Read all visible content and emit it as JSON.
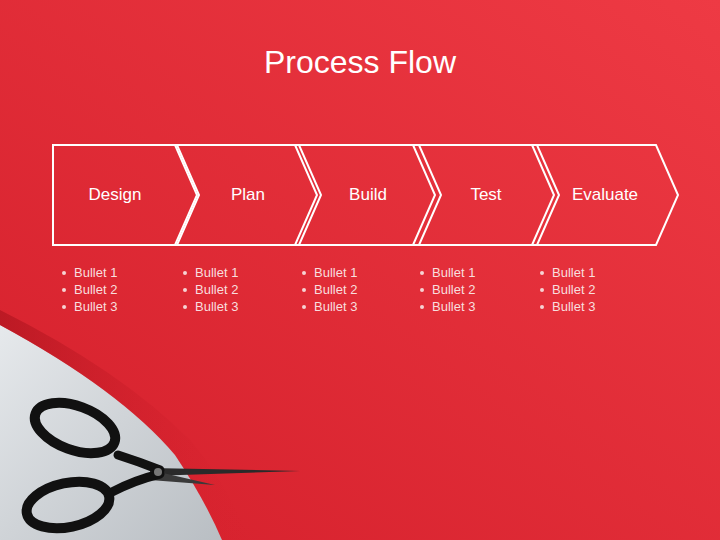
{
  "diagram": {
    "title": "Process Flow",
    "nodes": [
      {
        "text": [
          "Design"
        ]
      },
      {
        "text": [
          "Plan"
        ]
      },
      {
        "text": [
          "Build"
        ]
      },
      {
        "text": [
          "Test"
        ]
      },
      {
        "text": [
          "Evaluate"
        ]
      }
    ],
    "labels": [
      "Bullet 1",
      "Bullet 2",
      "Bullet 3",
      "Bullet 1",
      "Bullet 2",
      "Bullet 3",
      "Bullet 1",
      "Bullet 2",
      "Bullet 3",
      "Bullet 1",
      "Bullet 2",
      "Bullet 3",
      "Bullet 1",
      "Bullet 2",
      "Bullet 3"
    ]
  }
}
